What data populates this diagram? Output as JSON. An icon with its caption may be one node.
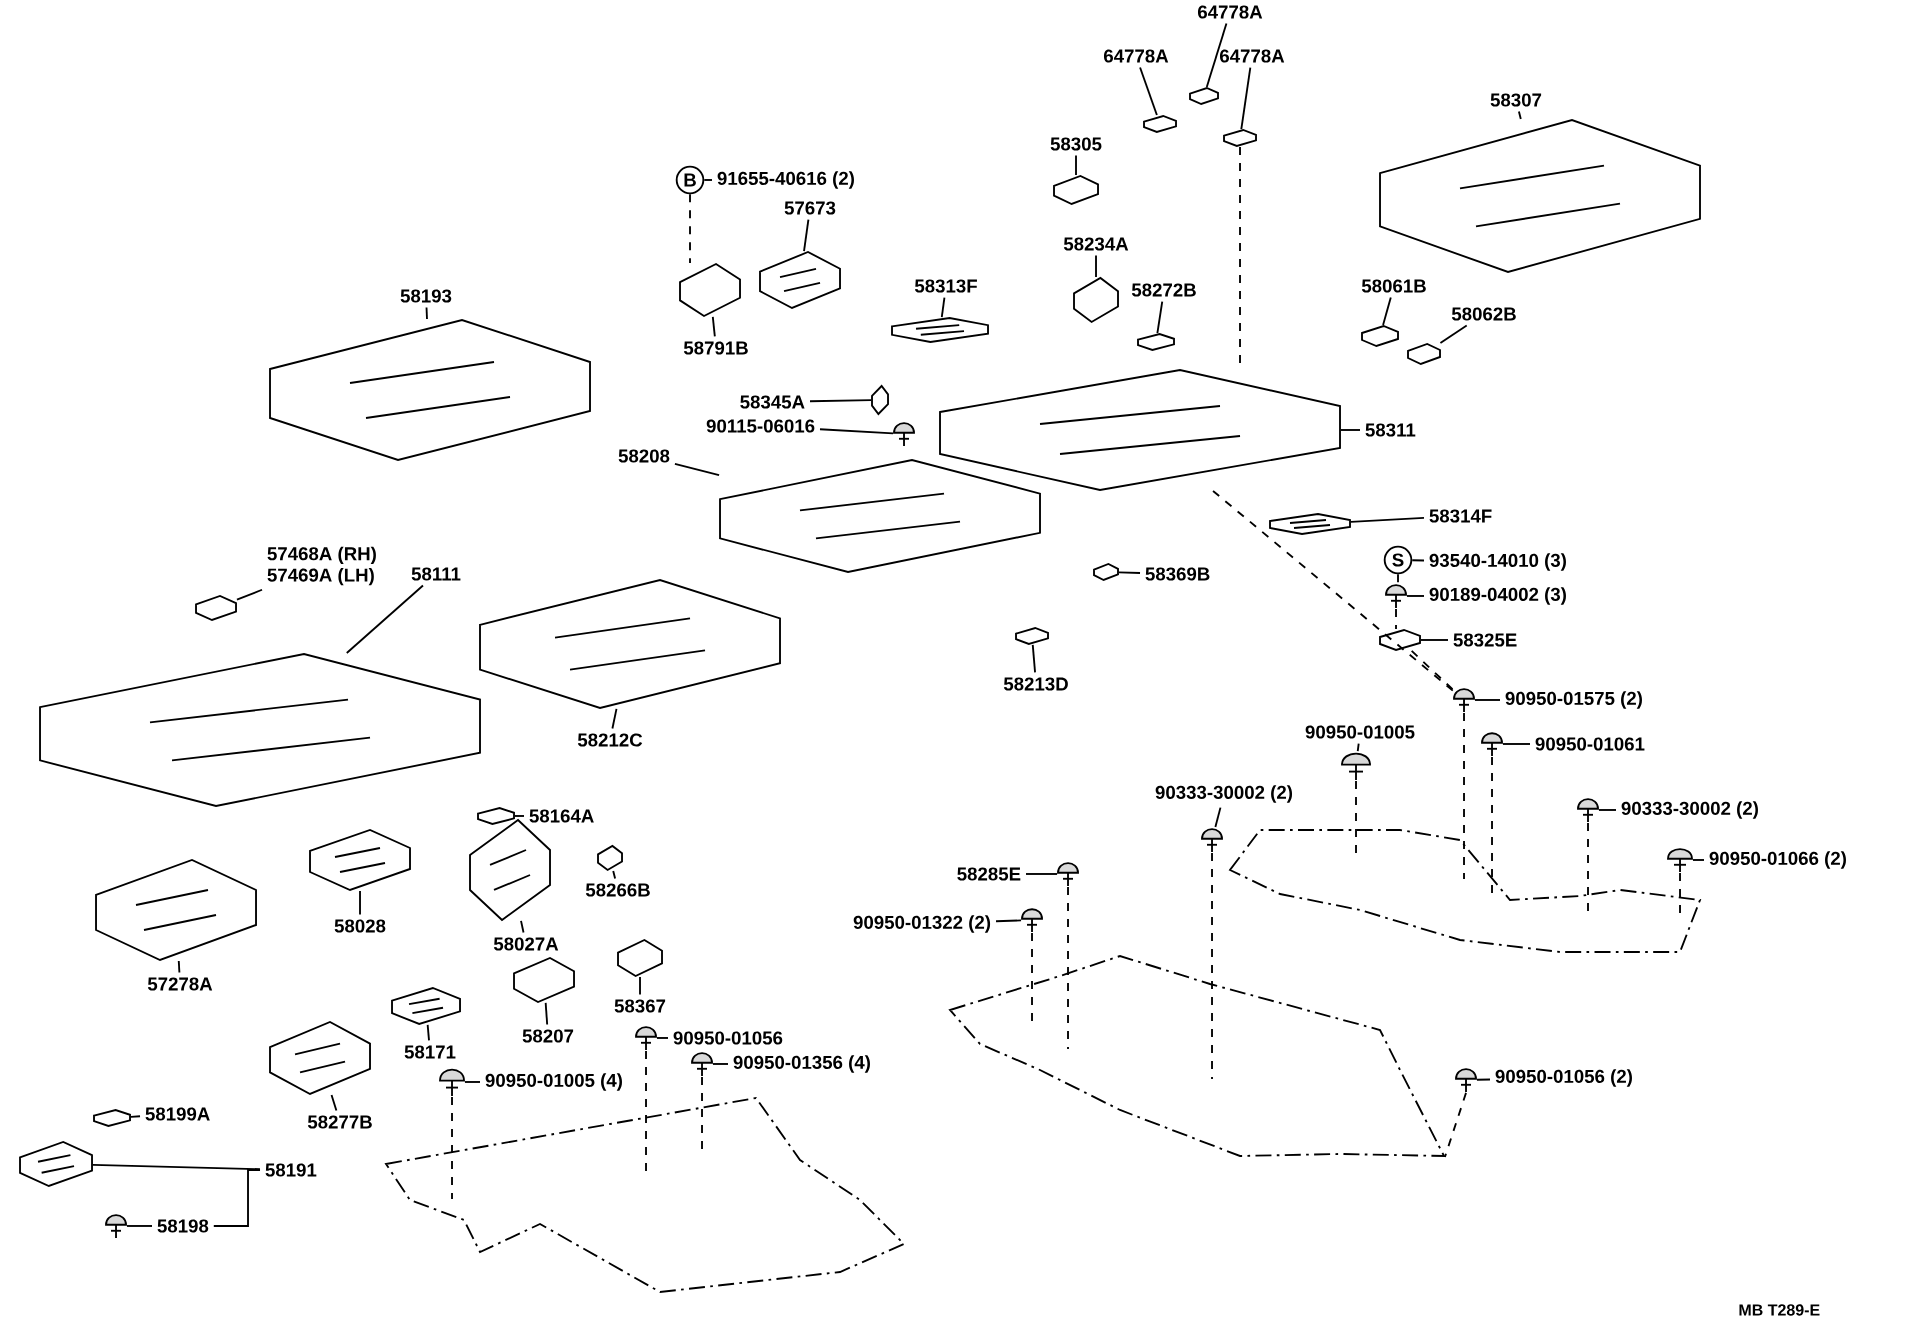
{
  "diagram": {
    "nodes": [
      {
        "text": [
          "64778A"
        ]
      },
      {
        "text": [],
        "shape": "picture"
      },
      {
        "text": [
          "64778A"
        ]
      },
      {
        "text": [],
        "shape": "picture"
      },
      {
        "text": [
          "64778A"
        ]
      },
      {
        "text": [],
        "shape": "picture"
      },
      {
        "text": [
          "58307"
        ]
      },
      {
        "text": [],
        "shape": "picture"
      },
      {
        "text": [
          "58305"
        ]
      },
      {
        "text": [],
        "shape": "picture"
      },
      {
        "text": [
          "B"
        ]
      },
      {
        "text": [
          "91655-40616 (2)"
        ]
      },
      {
        "text": [
          "57673"
        ]
      },
      {
        "text": [],
        "shape": "picture"
      },
      {
        "text": [
          "58313F"
        ]
      },
      {
        "text": [],
        "shape": "picture"
      },
      {
        "text": [
          "58234A"
        ]
      },
      {
        "text": [],
        "shape": "picture"
      },
      {
        "text": [
          "58272B"
        ]
      },
      {
        "text": [],
        "shape": "picture"
      },
      {
        "text": [
          "58061B"
        ]
      },
      {
        "text": [],
        "shape": "picture"
      },
      {
        "text": [
          "58062B"
        ]
      },
      {
        "text": [],
        "shape": "picture"
      },
      {
        "text": [
          "58193"
        ]
      },
      {
        "text": [],
        "shape": "picture"
      },
      {
        "text": [
          "58791B"
        ]
      },
      {
        "text": [],
        "shape": "picture"
      },
      {
        "text": [
          "58345A"
        ]
      },
      {
        "text": [],
        "shape": "picture"
      },
      {
        "text": [
          "90115-06016"
        ]
      },
      {
        "text": [],
        "shape": "picture"
      },
      {
        "text": [
          "58311"
        ]
      },
      {
        "text": [],
        "shape": "picture"
      },
      {
        "text": [
          "58208"
        ]
      },
      {
        "text": [],
        "shape": "picture"
      },
      {
        "text": [
          "58314F"
        ]
      },
      {
        "text": [],
        "shape": "picture"
      },
      {
        "text": [
          "S"
        ]
      },
      {
        "text": [
          "93540-14010 (3)"
        ]
      },
      {
        "text": [
          "90189-04002 (3)"
        ]
      },
      {
        "text": [],
        "shape": "picture"
      },
      {
        "text": [
          "58325E"
        ]
      },
      {
        "text": [],
        "shape": "picture"
      },
      {
        "text": [
          "57468A (RH)",
          "57469A (LH)"
        ]
      },
      {
        "text": [],
        "shape": "picture"
      },
      {
        "text": [
          "58111"
        ]
      },
      {
        "text": [],
        "shape": "picture"
      },
      {
        "text": [
          "58369B"
        ]
      },
      {
        "text": [],
        "shape": "picture"
      },
      {
        "text": [
          "58213D"
        ]
      },
      {
        "text": [],
        "shape": "picture"
      },
      {
        "text": [
          "58212C"
        ]
      },
      {
        "text": [],
        "shape": "picture"
      },
      {
        "text": [
          "90950-01575 (2)"
        ]
      },
      {
        "text": [],
        "shape": "picture"
      },
      {
        "text": [
          "90950-01005"
        ]
      },
      {
        "text": [],
        "shape": "picture"
      },
      {
        "text": [
          "90950-01061"
        ]
      },
      {
        "text": [],
        "shape": "picture"
      },
      {
        "text": [
          "90333-30002 (2)"
        ]
      },
      {
        "text": [],
        "shape": "picture"
      },
      {
        "text": [
          "90333-30002 (2)"
        ]
      },
      {
        "text": [],
        "shape": "picture"
      },
      {
        "text": [
          "58164A"
        ]
      },
      {
        "text": [],
        "shape": "picture"
      },
      {
        "text": [
          "58266B"
        ]
      },
      {
        "text": [],
        "shape": "picture"
      },
      {
        "text": [
          "58285E"
        ]
      },
      {
        "text": [],
        "shape": "picture"
      },
      {
        "text": [
          "90950-01322 (2)"
        ]
      },
      {
        "text": [],
        "shape": "picture"
      },
      {
        "text": [
          "90950-01066 (2)"
        ]
      },
      {
        "text": [],
        "shape": "picture"
      },
      {
        "text": [
          "57278A"
        ]
      },
      {
        "text": [],
        "shape": "picture"
      },
      {
        "text": [
          "58028"
        ]
      },
      {
        "text": [],
        "shape": "picture"
      },
      {
        "text": [
          "58027A"
        ]
      },
      {
        "text": [],
        "shape": "picture"
      },
      {
        "text": [
          "58367"
        ]
      },
      {
        "text": [],
        "shape": "picture"
      },
      {
        "text": [
          "58207"
        ]
      },
      {
        "text": [],
        "shape": "picture"
      },
      {
        "text": [
          "90950-01056"
        ]
      },
      {
        "text": [],
        "shape": "picture"
      },
      {
        "text": [
          "58171"
        ]
      },
      {
        "text": [],
        "shape": "picture"
      },
      {
        "text": [
          "90950-01356 (4)"
        ]
      },
      {
        "text": [],
        "shape": "picture"
      },
      {
        "text": [
          "90950-01005 (4)"
        ]
      },
      {
        "text": [],
        "shape": "picture"
      },
      {
        "text": [
          "58277B"
        ]
      },
      {
        "text": [],
        "shape": "picture"
      },
      {
        "text": [
          "90950-01056 (2)"
        ]
      },
      {
        "text": [],
        "shape": "picture"
      },
      {
        "text": [
          "58199A"
        ]
      },
      {
        "text": [],
        "shape": "picture"
      },
      {
        "text": [
          "58191"
        ]
      },
      {
        "text": [],
        "shape": "picture"
      },
      {
        "text": [
          "58198"
        ]
      },
      {
        "text": [],
        "shape": "picture"
      },
      {
        "text": [],
        "shape": "picture"
      },
      {
        "text": [],
        "shape": "picture"
      },
      {
        "text": [],
        "shape": "picture"
      }
    ],
    "edges": [
      {
        "from": 0,
        "to": 1,
        "arrow": "none"
      },
      {
        "from": 2,
        "to": 3,
        "arrow": "none"
      },
      {
        "from": 4,
        "to": 5,
        "arrow": "none"
      },
      {
        "from": 6,
        "to": 7,
        "arrow": "none"
      },
      {
        "from": 8,
        "to": 9,
        "arrow": "none"
      },
      {
        "from": 10,
        "to": 11,
        "arrow": "none"
      },
      {
        "from": 12,
        "to": 13,
        "arrow": "none"
      },
      {
        "from": 14,
        "to": 15,
        "arrow": "none"
      },
      {
        "from": 16,
        "to": 17,
        "arrow": "none"
      },
      {
        "from": 18,
        "to": 19,
        "arrow": "none"
      },
      {
        "from": 20,
        "to": 21,
        "arrow": "none"
      },
      {
        "from": 22,
        "to": 23,
        "arrow": "none"
      },
      {
        "from": 24,
        "to": 25,
        "arrow": "none"
      },
      {
        "from": 26,
        "to": 27,
        "arrow": "none"
      },
      {
        "from": 28,
        "to": 29,
        "arrow": "none"
      },
      {
        "from": 30,
        "to": 31,
        "arrow": "none"
      },
      {
        "from": 32,
        "to": 33,
        "arrow": "none"
      },
      {
        "from": 34,
        "to": 35,
        "arrow": "none"
      },
      {
        "from": 36,
        "to": 37,
        "arrow": "none"
      },
      {
        "from": 38,
        "to": 39,
        "arrow": "none"
      },
      {
        "from": 40,
        "to": 41,
        "arrow": "none"
      },
      {
        "from": 42,
        "to": 43,
        "arrow": "none"
      },
      {
        "from": 44,
        "to": 45,
        "arrow": "none"
      },
      {
        "from": 46,
        "to": 47,
        "arrow": "none"
      },
      {
        "from": 48,
        "to": 49,
        "arrow": "none"
      },
      {
        "from": 50,
        "to": 51,
        "arrow": "none"
      },
      {
        "from": 52,
        "to": 53,
        "arrow": "none"
      },
      {
        "from": 54,
        "to": 55,
        "arrow": "none"
      },
      {
        "from": 56,
        "to": 57,
        "arrow": "none"
      },
      {
        "from": 58,
        "to": 59,
        "arrow": "none"
      },
      {
        "from": 60,
        "to": 61,
        "arrow": "none"
      },
      {
        "from": 62,
        "to": 63,
        "arrow": "none"
      },
      {
        "from": 64,
        "to": 65,
        "arrow": "none"
      },
      {
        "from": 66,
        "to": 67,
        "arrow": "none"
      },
      {
        "from": 68,
        "to": 69,
        "arrow": "none"
      },
      {
        "from": 70,
        "to": 71,
        "arrow": "none"
      },
      {
        "from": 72,
        "to": 73,
        "arrow": "none"
      },
      {
        "from": 74,
        "to": 75,
        "arrow": "none"
      },
      {
        "from": 76,
        "to": 77,
        "arrow": "none"
      },
      {
        "from": 78,
        "to": 79,
        "arrow": "none"
      },
      {
        "from": 80,
        "to": 81,
        "arrow": "none"
      },
      {
        "from": 82,
        "to": 83,
        "arrow": "none"
      },
      {
        "from": 84,
        "to": 85,
        "arrow": "none"
      },
      {
        "from": 86,
        "to": 87,
        "arrow": "none"
      },
      {
        "from": 88,
        "to": 89,
        "arrow": "none"
      },
      {
        "from": 90,
        "to": 91,
        "arrow": "none"
      },
      {
        "from": 92,
        "to": 93,
        "arrow": "none"
      },
      {
        "from": 94,
        "to": 95,
        "arrow": "none"
      },
      {
        "from": 96,
        "to": 97,
        "arrow": "none"
      },
      {
        "from": 98,
        "to": 99,
        "arrow": "none"
      },
      {
        "from": 100,
        "to": 101,
        "arrow": "none"
      },
      {
        "from": 98,
        "to": 100,
        "arrow": "none"
      },
      {
        "from": 5,
        "to": 33,
        "arrow": "none",
        "style": "dashed"
      },
      {
        "from": 10,
        "to": 27,
        "arrow": "none",
        "style": "dashed"
      },
      {
        "from": 38,
        "to": 41,
        "arrow": "none",
        "style": "dashed"
      },
      {
        "from": 41,
        "to": 43,
        "arrow": "none",
        "style": "dashed"
      },
      {
        "from": 43,
        "to": 55,
        "arrow": "none",
        "style": "dashed"
      },
      {
        "from": 33,
        "to": 55,
        "arrow": "none",
        "style": "dashed"
      },
      {
        "from": 55,
        "to": 104,
        "arrow": "none",
        "style": "dashed"
      },
      {
        "from": 57,
        "to": 104,
        "arrow": "none",
        "style": "dashed"
      },
      {
        "from": 59,
        "to": 104,
        "arrow": "none",
        "style": "dashed"
      },
      {
        "from": 63,
        "to": 104,
        "arrow": "none",
        "style": "dashed"
      },
      {
        "from": 73,
        "to": 104,
        "arrow": "none",
        "style": "dashed"
      },
      {
        "from": 61,
        "to": 103,
        "arrow": "none",
        "style": "dashed"
      },
      {
        "from": 71,
        "to": 103,
        "arrow": "none",
        "style": "dashed"
      },
      {
        "from": 69,
        "to": 103,
        "arrow": "none",
        "style": "dashed"
      },
      {
        "from": 95,
        "to": 103,
        "arrow": "none",
        "style": "dashed"
      },
      {
        "from": 91,
        "to": 102,
        "arrow": "none",
        "style": "dashed"
      },
      {
        "from": 85,
        "to": 102,
        "arrow": "none",
        "style": "dashed"
      },
      {
        "from": 89,
        "to": 102,
        "arrow": "none",
        "style": "dashed"
      }
    ],
    "labels": [
      "MB T289-E"
    ]
  }
}
